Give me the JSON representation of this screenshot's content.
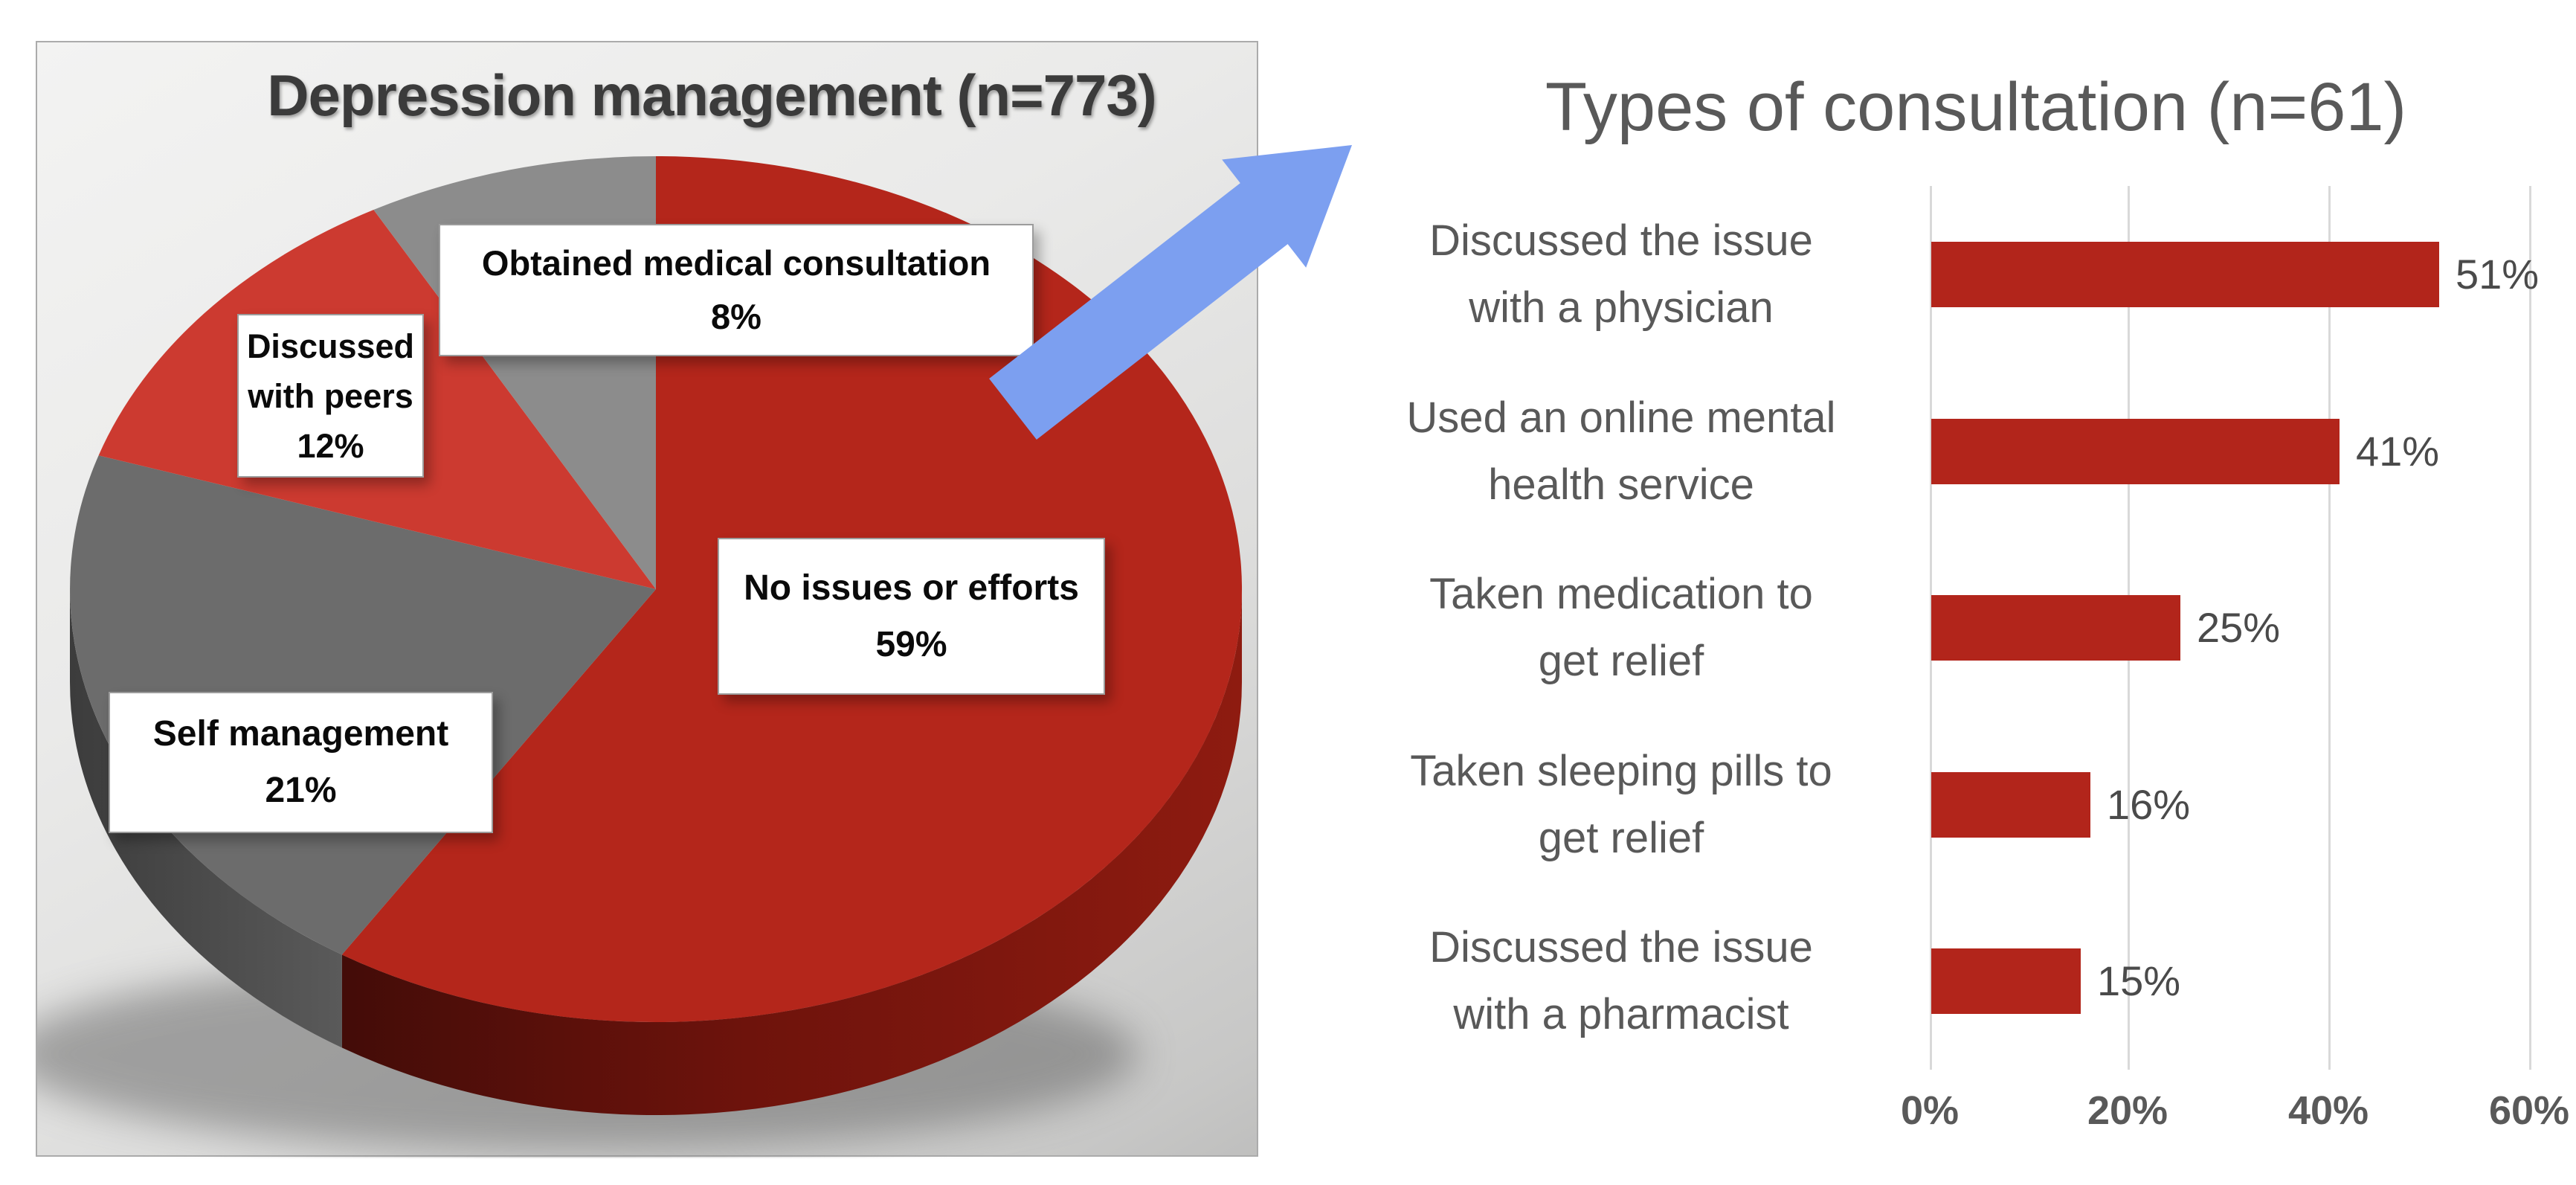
{
  "left_panel": {
    "title": "Depression management (n=773)",
    "callouts": [
      {
        "lines": [
          "Obtained medical consultation",
          "8%"
        ]
      },
      {
        "lines": [
          "Discussed",
          "with peers",
          "12%"
        ]
      },
      {
        "lines": [
          "No issues or efforts",
          "59%"
        ]
      },
      {
        "lines": [
          "Self management",
          "21%"
        ]
      }
    ]
  },
  "right_panel": {
    "title": "Types of consultation (n=61)"
  },
  "arrow": {
    "color": "#7C9FF0",
    "direction": "up-right"
  },
  "chart_data": [
    {
      "type": "pie",
      "style": "3d",
      "title": "Depression management (n=773)",
      "labels": [
        "No issues or efforts",
        "Self management",
        "Discussed with peers",
        "Obtained medical consultation"
      ],
      "values": [
        59,
        21,
        12,
        8
      ],
      "colors": [
        "#B4261B",
        "#6C6C6C",
        "#CC3A30",
        "#8C8C8C"
      ],
      "start_angle_deg": 0,
      "direction": "clockwise",
      "legend": "none"
    },
    {
      "type": "bar",
      "orientation": "horizontal",
      "title": "Types of consultation (n=61)",
      "categories": [
        "Discussed the issue with a physician",
        "Used an online mental health service",
        "Taken medication to get relief",
        "Taken sleeping pills to get relief",
        "Discussed the issue with a pharmacist"
      ],
      "category_lines": [
        [
          "Discussed the issue",
          "with a physician"
        ],
        [
          "Used an online mental",
          "health service"
        ],
        [
          "Taken medication to",
          "get relief"
        ],
        [
          "Taken sleeping pills to",
          "get relief"
        ],
        [
          "Discussed the issue",
          "with a pharmacist"
        ]
      ],
      "values": [
        51,
        41,
        25,
        16,
        15
      ],
      "value_labels": [
        "51%",
        "41%",
        "25%",
        "16%",
        "15%"
      ],
      "xlim": [
        0,
        60
      ],
      "xticks": [
        0,
        20,
        40,
        60
      ],
      "xtick_labels": [
        "0%",
        "20%",
        "40%",
        "60%"
      ],
      "bar_color": "#B2251B",
      "grid": "vertical",
      "legend": "none"
    }
  ]
}
